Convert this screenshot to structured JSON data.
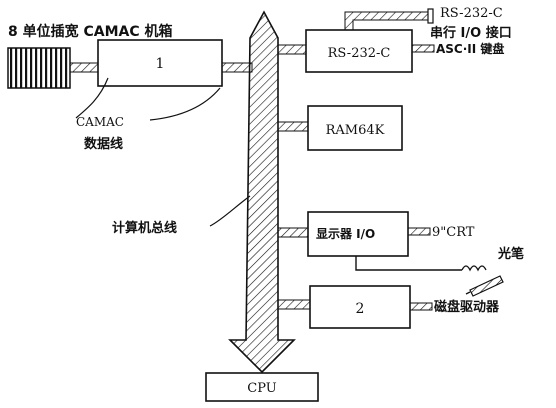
{
  "title": "8 单位插宽 CAMAC 机箱",
  "labels": {
    "module_1": "1",
    "module_2": "2",
    "rs232_box": "RS-232-C",
    "ram_box": "RAM64K",
    "display_box": "显示器 I/O",
    "cpu_box": "CPU",
    "rs232_top": "RS-232-C",
    "serial_io": "串行 I/O 接口",
    "ascii_kbd": "ASC·II 键盘",
    "crt": "9\"CRT",
    "light_pen": "光笔",
    "disk": "磁盘驱动器",
    "camac_line1": "CAMAC",
    "camac_line2": "数据线",
    "computer_bus": "计算机总线"
  }
}
